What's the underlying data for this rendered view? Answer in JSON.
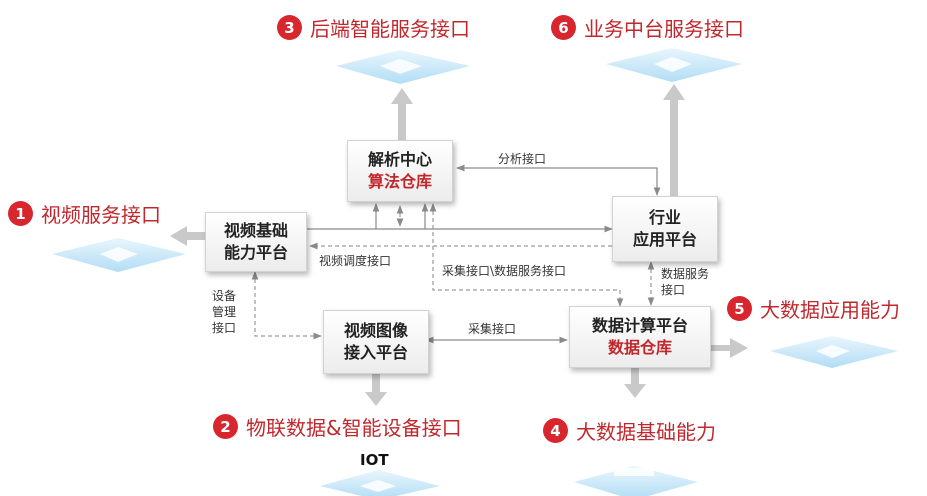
{
  "boxes": {
    "video_base": [
      "视频基础",
      "能力平台"
    ],
    "parse_center": [
      "解析中心",
      "算法仓库"
    ],
    "industry_app": [
      "行业",
      "应用平台"
    ],
    "video_access": [
      "视频图像",
      "接入平台"
    ],
    "data_compute": [
      "数据计算平台",
      "数据仓库"
    ]
  },
  "callouts": [
    {
      "num": "1",
      "text": "视频服务接口"
    },
    {
      "num": "2",
      "text": "物联数据&智能设备接口"
    },
    {
      "num": "3",
      "text": "后端智能服务接口"
    },
    {
      "num": "4",
      "text": "大数据基础能力"
    },
    {
      "num": "5",
      "text": "大数据应用能力"
    },
    {
      "num": "6",
      "text": "业务中台服务接口"
    }
  ],
  "labels": {
    "analysis": "分析接口",
    "video_dispatch": "视频调度接口",
    "collect_data": "采集接口\\数据服务接口",
    "data_service": "数据服务接口",
    "collect": "采集接口",
    "device_mgmt": "设备管理接口"
  },
  "iot": "IOT",
  "colors": {
    "accent": "#d8262e",
    "accent_text": "#c0282d",
    "arrow": "#c8c8c8",
    "line": "#888888",
    "platform": "#bfe4f8"
  }
}
